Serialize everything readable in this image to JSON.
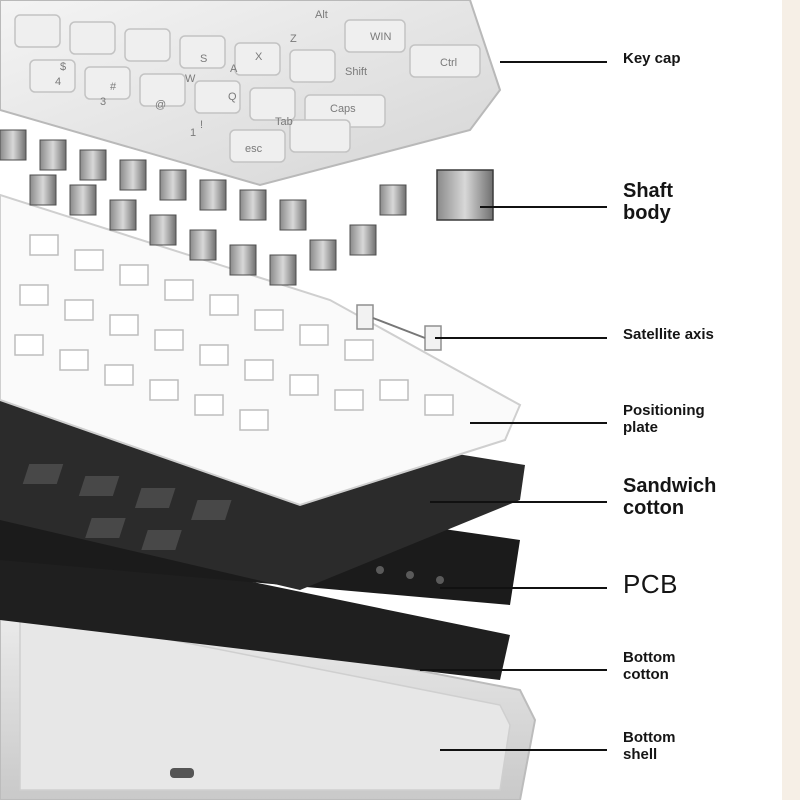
{
  "colors": {
    "keycap": "#e9e9e9",
    "keycap_edge": "#b9b9b9",
    "legend": "#7a7a7a",
    "switch_body": "#b7b7b7",
    "switch_dark": "#3a3a3a",
    "plate": "#fafafa",
    "plate_edge": "#d0d0d0",
    "foam": "#2a2a2a",
    "pcb": "#1b1b1b",
    "shell": "#dcdcdc",
    "line": "#111111"
  },
  "keycap_legends": [
    "Ctrl",
    "WIN",
    "Alt",
    "Shift",
    "Caps",
    "Tab",
    "esc",
    "Z",
    "X",
    "A",
    "S",
    "Q",
    "W",
    "@",
    "#",
    "$",
    "!",
    "1",
    "3",
    "4"
  ],
  "callouts": [
    {
      "id": "key-cap",
      "label": "Key cap"
    },
    {
      "id": "shaft-body",
      "label": "Shaft\nbody"
    },
    {
      "id": "satellite-axis",
      "label": "Satellite axis"
    },
    {
      "id": "positioning-plate",
      "label": "Positioning\nplate"
    },
    {
      "id": "sandwich-cotton",
      "label": "Sandwich\ncotton"
    },
    {
      "id": "pcb",
      "label": "PCB"
    },
    {
      "id": "bottom-cotton",
      "label": "Bottom\ncotton"
    },
    {
      "id": "bottom-shell",
      "label": "Bottom\nshell"
    }
  ]
}
